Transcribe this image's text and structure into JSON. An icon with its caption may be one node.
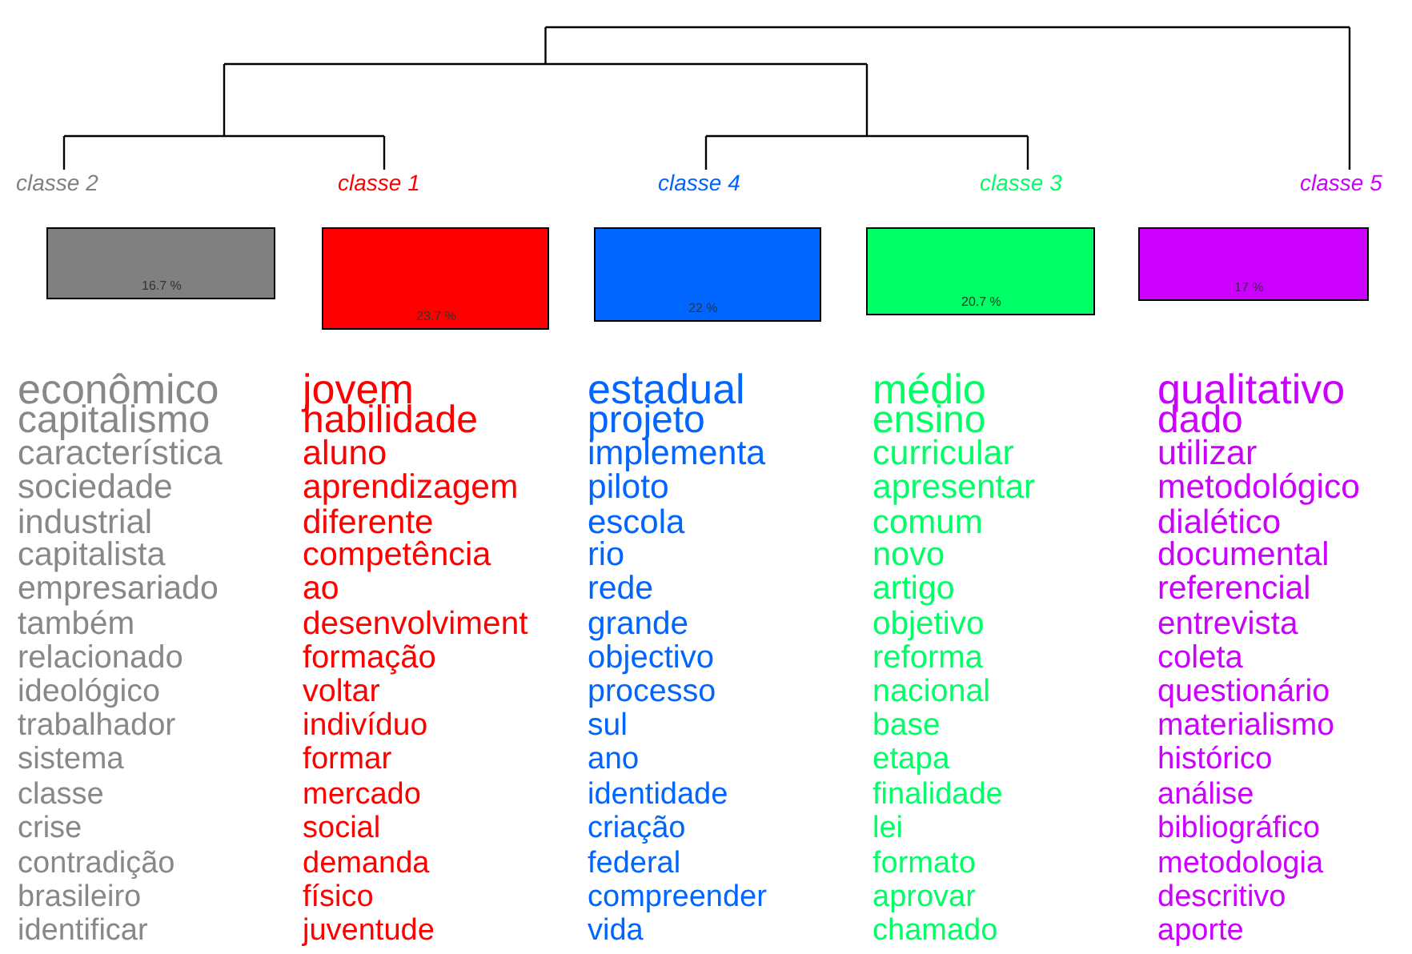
{
  "diagram": {
    "nodes": [
      {
        "text": [
          "classe 2",
          "16.7 %"
        ],
        "beside": [
          "econômico",
          "capitalismo",
          "característica",
          "sociedade",
          "industrial",
          "capitalista",
          "empresariado",
          "também",
          "relacionado",
          "ideológico",
          "trabalhador",
          "sistema",
          "classe",
          "crise",
          "contradição",
          "brasileiro",
          "identificar"
        ]
      },
      {
        "text": [
          "classe 1",
          "23.7 %"
        ],
        "beside": [
          "jovem",
          "habilidade",
          "aluno",
          "aprendizagem",
          "diferente",
          "competência",
          "ao",
          "desenvolviment",
          "formação",
          "voltar",
          "indivíduo",
          "formar",
          "mercado",
          "social",
          "demanda",
          "físico",
          "juventude"
        ]
      },
      {
        "text": [
          "classe 4",
          "22 %"
        ],
        "beside": [
          "estadual",
          "projeto",
          "implementa",
          "piloto",
          "escola",
          "rio",
          "rede",
          "grande",
          "objectivo",
          "processo",
          "sul",
          "ano",
          "identidade",
          "criação",
          "federal",
          "compreender",
          "vida"
        ]
      },
      {
        "text": [
          "classe 3",
          "20.7 %"
        ],
        "beside": [
          "médio",
          "ensino",
          "curricular",
          "apresentar",
          "comum",
          "novo",
          "artigo",
          "objetivo",
          "reforma",
          "nacional",
          "base",
          "etapa",
          "finalidade",
          "lei",
          "formato",
          "aprovar",
          "chamado"
        ]
      },
      {
        "text": [
          "classe 5",
          "17 %"
        ],
        "beside": [
          "qualitativo",
          "dado",
          "utilizar",
          "metodológico",
          "dialético",
          "documental",
          "referencial",
          "entrevista",
          "coleta",
          "questionário",
          "materialismo",
          "histórico",
          "análise",
          "bibliográfico",
          "metodologia",
          "descritivo",
          "aporte"
        ]
      }
    ]
  }
}
